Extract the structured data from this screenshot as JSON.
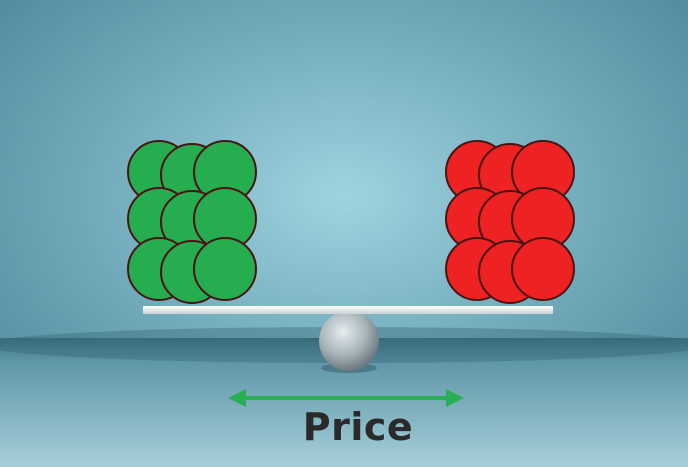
{
  "scene": {
    "description_label": "Price",
    "left_pile": {
      "color": "#26ad4f",
      "rows": 3,
      "columns": 3
    },
    "right_pile": {
      "color": "#ee2222",
      "rows": 3,
      "columns": 3
    },
    "arrow_color": "#29ad55"
  }
}
